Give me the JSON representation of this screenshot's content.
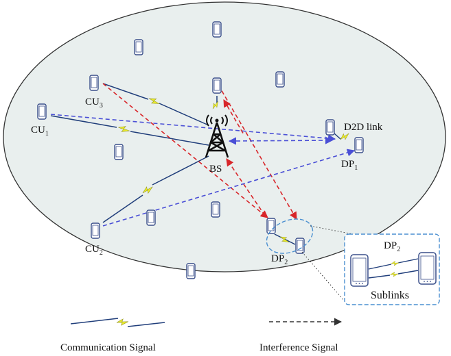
{
  "labels": {
    "cu3": "CU",
    "cu3_sub": "3",
    "cu1": "CU",
    "cu1_sub": "1",
    "cu2": "CU",
    "cu2_sub": "2",
    "bs": "BS",
    "d2d_link": "D2D link",
    "dp1": "DP",
    "dp1_sub": "1",
    "dp2": "DP",
    "dp2_sub": "2",
    "inset_title": "DP",
    "inset_title_sub": "2",
    "inset_caption": "Sublinks"
  },
  "legend": {
    "communication": "Communication Signal",
    "interference": "Interference Signal"
  },
  "colors": {
    "ellipse_fill": "#e9efee",
    "phone": "#3a4f8a",
    "comm_line": "#1f3d7a",
    "bolt": "#e8ea2a",
    "red_arrow": "#d8262a",
    "blue_arrow": "#4a4fd6",
    "inset_border": "#4a8fd0"
  },
  "icons": [
    "phone-icon",
    "base-station-icon",
    "lightning-bolt-icon"
  ]
}
